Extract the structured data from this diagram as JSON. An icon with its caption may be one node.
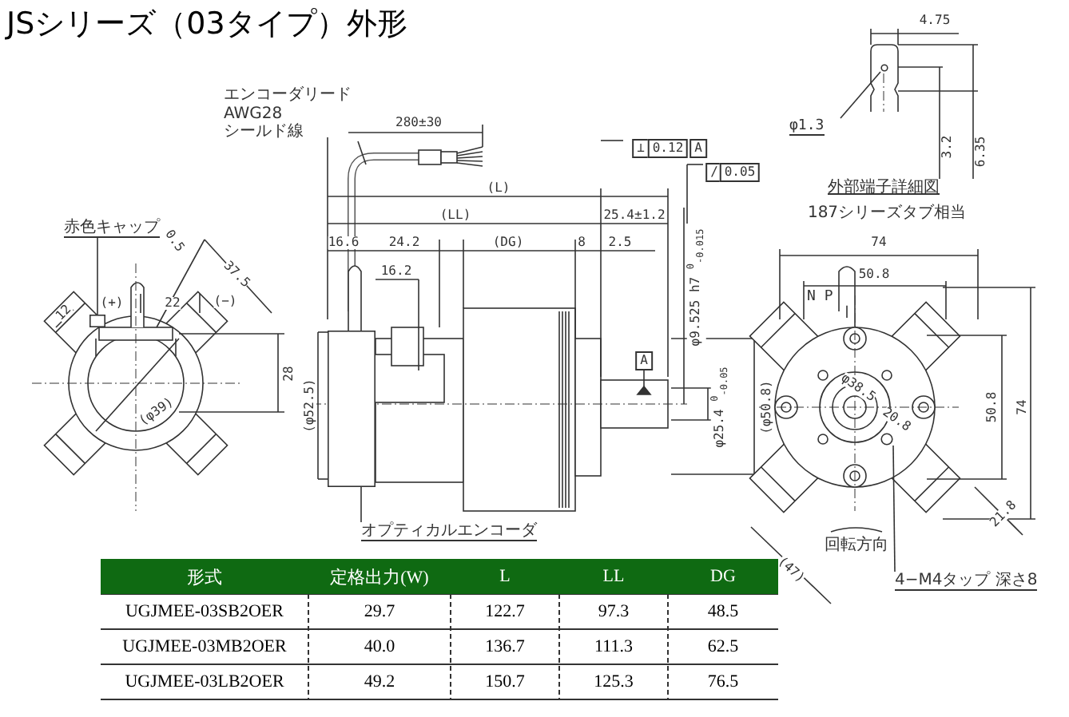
{
  "diagram": {
    "title": "JSシリーズ（03タイプ）外形",
    "nodes": [
      {
        "text": [
          "エンコーダリード AWG28 シールド線"
        ]
      },
      {
        "text": [
          "赤色キャップ"
        ]
      },
      {
        "text": [
          "オプティカルエンコーダ"
        ]
      },
      {
        "text": [
          "φ1.3"
        ]
      },
      {
        "text": [
          "N P"
        ]
      },
      {
        "text": [
          "4−M4タップ 深さ8"
        ]
      },
      {
        "text": [],
        "shape": "circle"
      },
      {
        "text": [],
        "shape": "box"
      },
      {
        "text": [],
        "shape": "box"
      },
      {
        "text": [],
        "shape": "circle"
      }
    ],
    "edges": [
      {
        "from": 0,
        "to": null,
        "arrow": "none"
      },
      {
        "from": 1,
        "to": 7,
        "arrow": "none"
      },
      {
        "from": 2,
        "to": 8,
        "arrow": "none"
      },
      {
        "from": 3,
        "to": 6,
        "arrow": "none"
      },
      {
        "from": 4,
        "to": null,
        "arrow": "none"
      },
      {
        "from": 5,
        "to": 9,
        "arrow": "none"
      }
    ],
    "labels": [
      "280±30",
      "(L)",
      "(LL)",
      "25.4±1.2",
      "16.6",
      "24.2",
      "(DG)",
      "8",
      "2.5",
      "16.2",
      "0.5",
      "37.5",
      "12",
      "(+)",
      "22",
      "(−)",
      "28",
      "(φ39)",
      "(φ52.5)",
      "⊥",
      "0.12",
      "A",
      "/",
      "0.05",
      "φ9.525 h7 $^{0}$$_{-0.015}$",
      "A",
      "φ25.4 $^{0}$$_{-0.05}$",
      "(φ50.8)",
      "4.75",
      "3.2",
      "6.35",
      "外部端子詳細図",
      "187シリーズタブ相当",
      "74",
      "50.8",
      "50.8",
      "74",
      "φ38.5",
      "20.8",
      "回転方向",
      "(47)",
      "21.8",
      "形式",
      "定格出力(W)",
      "L",
      "LL",
      "DG",
      "UGJMEE-03SB2OER",
      "29.7",
      "122.7",
      "97.3",
      "48.5",
      "UGJMEE-03MB2OER",
      "40.0",
      "136.7",
      "111.3",
      "62.5",
      "UGJMEE-03LB2OER",
      "49.2",
      "150.7",
      "125.3",
      "76.5"
    ]
  }
}
